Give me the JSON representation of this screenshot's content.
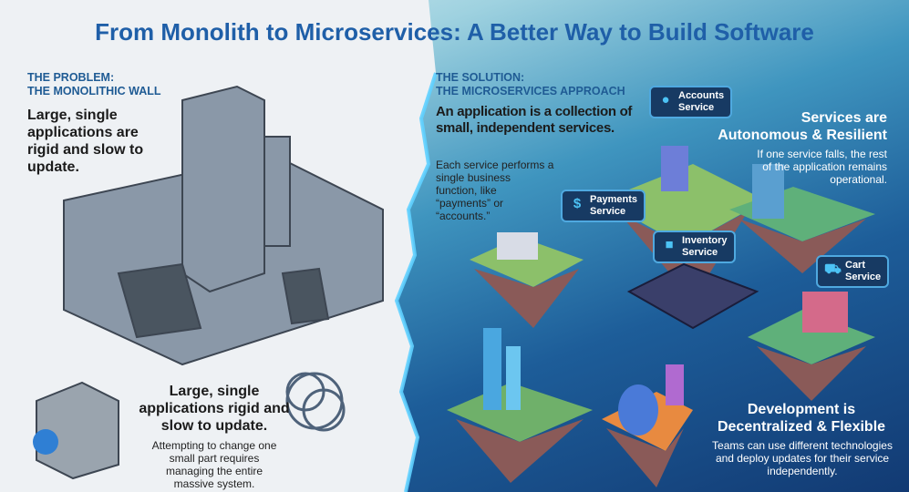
{
  "title": "From Monolith to Microservices: A Better Way to Build Software",
  "problem": {
    "kicker_1": "THE PROBLEM:",
    "kicker_2": "THE MONOLITHIC WALL",
    "lead": "Large, single applications are rigid and slow to update.",
    "bottom_lead": "Large, single applications rigid and slow to update.",
    "bottom_text": "Attempting to change one small part requires managing the entire massive system."
  },
  "solution": {
    "kicker_1": "THE SOLUTION:",
    "kicker_2": "THE MICROSERVICES APPROACH",
    "lead": "An application is a collection of small, independent services.",
    "text": "Each service performs a single business function, like “payments” or “accounts.”"
  },
  "autonomous": {
    "lead_1": "Services are",
    "lead_2": "Autonomous & Resilient",
    "text": "If one service falls, the rest of the application remains operational."
  },
  "decentralized": {
    "lead_1": "Development is",
    "lead_2": "Decentralized & Flexible",
    "text": "Teams can use different technologies and deploy updates for their service independently."
  },
  "services": [
    {
      "line1": "Accounts",
      "line2": "Service",
      "icon": "user-icon"
    },
    {
      "line1": "Payments",
      "line2": "Service",
      "icon": "dollar-cycle-icon"
    },
    {
      "line1": "Inventory",
      "line2": "Service",
      "icon": "box-icon"
    },
    {
      "line1": "Cart",
      "line2": "Service",
      "icon": "cart-icon"
    }
  ],
  "colors": {
    "title": "#1f5fa8",
    "accent": "#4fa9e0",
    "dark_blue": "#123a73"
  }
}
